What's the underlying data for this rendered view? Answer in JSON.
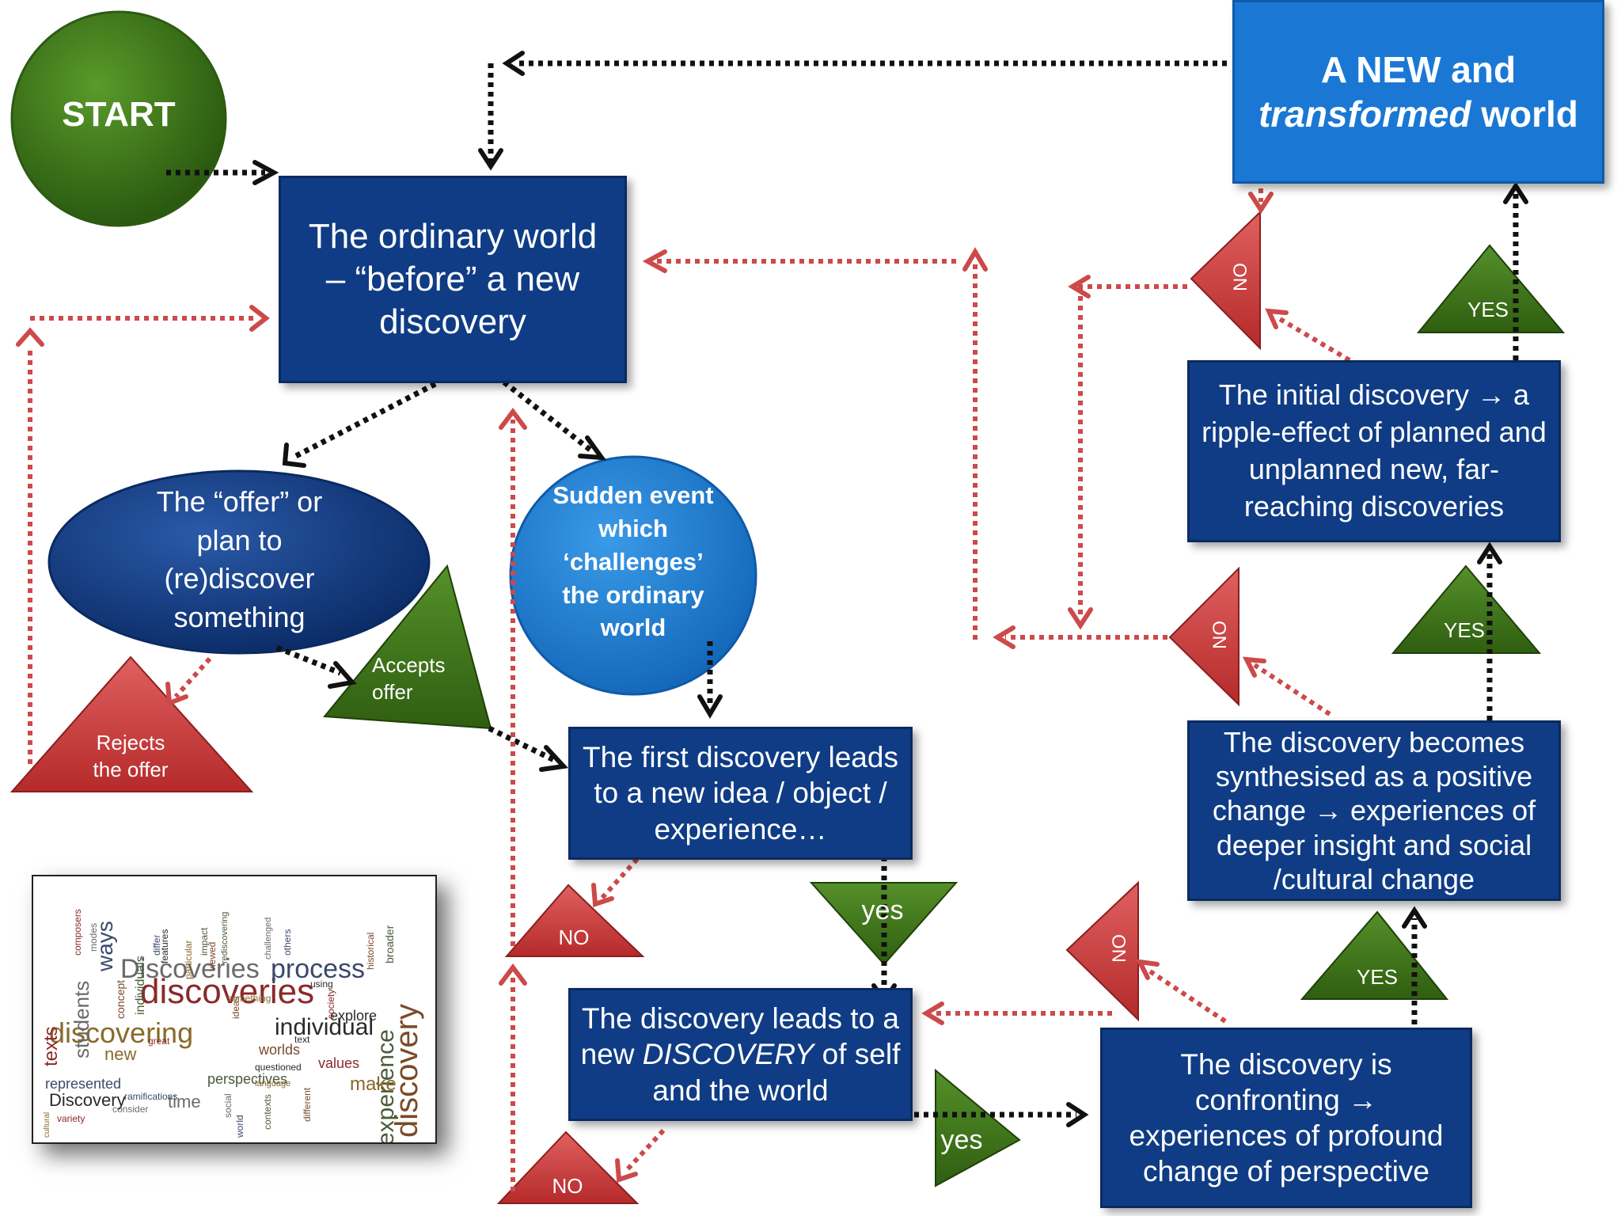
{
  "start": "START",
  "nodes": {
    "new_world_line1": "A NEW and",
    "new_world_italic": "transformed",
    "new_world_rest": " world",
    "ordinary_world": "The ordinary world – “before” a new discovery",
    "offer": "The “offer” or plan to (re)discover something",
    "sudden_event": "Sudden event which ‘challenges’ the ordinary world",
    "first_discovery": "The first discovery leads to a new idea / object / experience…",
    "discovery_self_pre": "The discovery leads to a new ",
    "discovery_self_italic": "DISCOVERY",
    "discovery_self_post": " of self  and the world",
    "confronting": "The discovery is confronting → experiences of profound change of perspective",
    "synthesised": "The discovery becomes synthesised as a positive change → experiences of deeper insight and social /cultural change",
    "ripple": "The initial discovery → a ripple-effect of planned and unplanned new, far-reaching discoveries"
  },
  "labels": {
    "rejects": "Rejects the offer",
    "accepts": "Accepts offer",
    "no": "NO",
    "yes_lower": "yes",
    "yes_upper": "YES"
  },
  "wordcloud": {
    "words": [
      "discoveries",
      "Discoveries",
      "process",
      "discovering",
      "individual",
      "discovery",
      "experience",
      "texts",
      "students",
      "ways",
      "new",
      "Discovery",
      "worlds",
      "perspectives",
      "values",
      "time",
      "represented",
      "make",
      "explore",
      "concept",
      "individuals",
      "variety",
      "consider",
      "ramifications",
      "language",
      "questioned",
      "different",
      "contexts",
      "great",
      "challenged",
      "others",
      "something",
      "using",
      "historical",
      "broader",
      "composers",
      "modes",
      "differ",
      "particular",
      "features",
      "viewed",
      "impact",
      "society",
      "social",
      "world",
      "cultural",
      "text",
      "ideas",
      "rediscovering"
    ]
  },
  "colors": {
    "navy": "#0f3c85",
    "bright_blue": "#1a78d4",
    "green": "#3e7417",
    "red": "#c83a3a",
    "dotted_red": "#cc4a4a"
  }
}
